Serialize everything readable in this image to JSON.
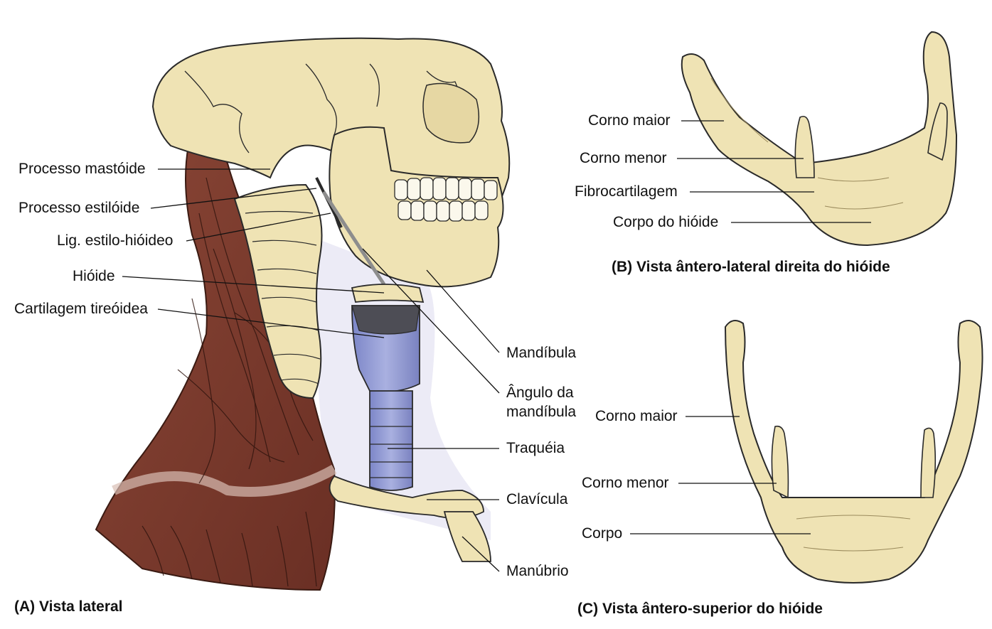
{
  "figure": {
    "panel_a": {
      "caption": "(A) Vista lateral",
      "labels_left": [
        "Processo mastóide",
        "Processo estilóide",
        "Lig. estilo-hióideo",
        "Hióide",
        "Cartilagem tireóidea"
      ],
      "labels_right": [
        "Mandíbula",
        "Ângulo da",
        "mandíbula",
        "Traquéia",
        "Clavícula",
        "Manúbrio"
      ]
    },
    "panel_b": {
      "caption": "(B) Vista ântero-lateral direita do hióide",
      "labels": [
        "Corno maior",
        "Corno menor",
        "Fibrocartilagem",
        "Corpo do hióide"
      ]
    },
    "panel_c": {
      "caption": "(C) Vista ântero-superior do hióide",
      "labels": [
        "Corno maior",
        "Corno menor",
        "Corpo"
      ]
    },
    "colors": {
      "bone": "#efe3b4",
      "bone_shadow": "#d9c78c",
      "muscle": "#7a3a2c",
      "cartilage": "#8f98d4",
      "outline": "#2a2a2a"
    }
  }
}
